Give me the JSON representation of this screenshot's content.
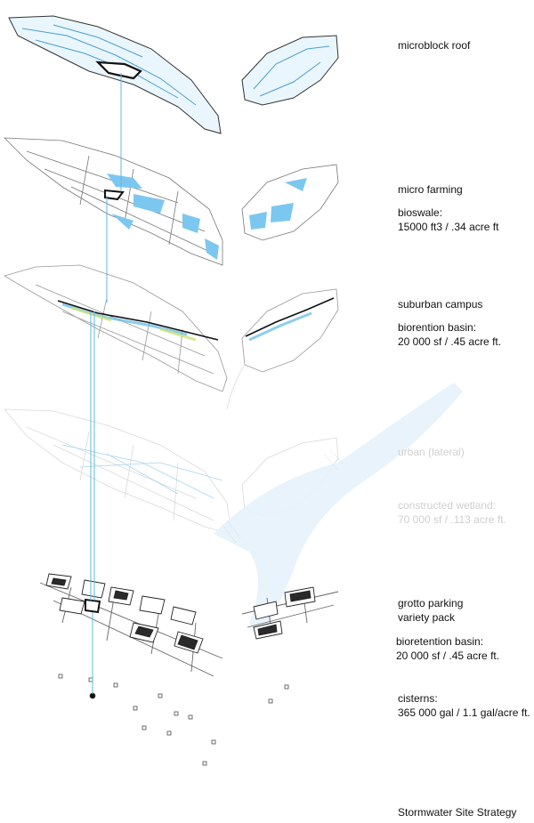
{
  "layers": [
    {
      "id": "roof",
      "title": "microblock roof",
      "detail": []
    },
    {
      "id": "farming",
      "title": "micro farming",
      "detail": [
        "bioswale:",
        "15000 ft3 / .34 acre ft"
      ]
    },
    {
      "id": "campus",
      "title": "suburban campus",
      "detail": [
        "biorention basin:",
        "20 000 sf / .45 acre ft."
      ]
    },
    {
      "id": "urban",
      "title": "urban (lateral)",
      "detail": []
    },
    {
      "id": "wetland",
      "title": "",
      "detail": [
        "constructed wetland:",
        "70 000 sf / .113 acre ft."
      ]
    },
    {
      "id": "grotto",
      "title": "grotto parking",
      "detail": [
        "variety pack"
      ]
    },
    {
      "id": "bioretention",
      "title": "",
      "detail": [
        "bioretention basin:",
        "20 000 sf / .45 acre ft."
      ]
    },
    {
      "id": "cisterns",
      "title": "",
      "detail": [
        "cisterns:",
        "365 000 gal / 1.1 gal/acre ft."
      ]
    }
  ],
  "caption": "Stormwater Site Strategy",
  "colors": {
    "water": "#5bb8e6",
    "water_light": "#cfe8f6",
    "outline": "#444444",
    "faded_outline": "#d5d5d5",
    "green_accent": "#c8e27a",
    "text": "#111111",
    "faded_text": "#cfcfcf"
  }
}
